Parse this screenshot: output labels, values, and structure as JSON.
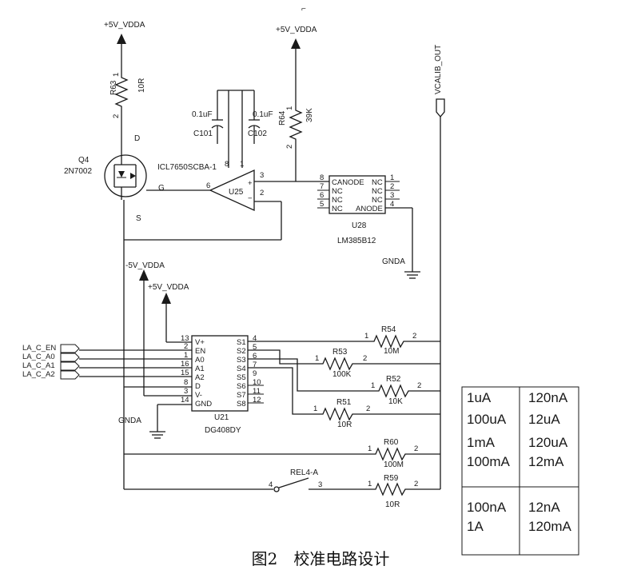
{
  "caption": "图2　校准电路设计",
  "top_mark": "⌐",
  "power": {
    "vdda_left": "+5V_VDDA",
    "vdda_mid": "+5V_VDDA",
    "vcalib": "VCALIB_OUT",
    "neg_vdda": "-5V_VDDA",
    "vdda_mux": "+5V_VDDA",
    "gnda_right": "GNDA",
    "gnda_left": "GNDA"
  },
  "r63": {
    "ref": "R63",
    "value": "10R",
    "pin1": "1",
    "pin2": "2"
  },
  "q4": {
    "ref": "Q4",
    "part": "2N7002",
    "d": "D",
    "g": "G",
    "s": "S"
  },
  "c101": {
    "value": "0.1uF",
    "ref": "C101"
  },
  "c102": {
    "value": "0.1uF",
    "ref": "C102"
  },
  "u25": {
    "ref": "U25",
    "part": "ICL7650SCBA-1",
    "pin8": "8",
    "pin1": "1",
    "pin2": "2",
    "pin3": "3",
    "pin6": "6",
    "minus": "−",
    "plus": "+"
  },
  "r64": {
    "ref": "R64",
    "value": "39K",
    "pin1": "1",
    "pin2": "2"
  },
  "u28": {
    "ref": "U28",
    "part": "LM385B12",
    "left_pins": [
      {
        "num": "8",
        "name": "CANODE"
      },
      {
        "num": "7",
        "name": "NC"
      },
      {
        "num": "6",
        "name": "NC"
      },
      {
        "num": "5",
        "name": "NC"
      }
    ],
    "right_pins": [
      {
        "num": "1",
        "name": "NC"
      },
      {
        "num": "2",
        "name": "NC"
      },
      {
        "num": "3",
        "name": "NC"
      },
      {
        "num": "4",
        "name": "ANODE"
      }
    ]
  },
  "mux_inputs": [
    "LA_C_EN",
    "LA_C_A0",
    "LA_C_A1",
    "LA_C_A2"
  ],
  "u21": {
    "ref": "U21",
    "part": "DG408DY",
    "left_pins": [
      {
        "num": "13",
        "name": "V+"
      },
      {
        "num": "2",
        "name": "EN"
      },
      {
        "num": "1",
        "name": "A0"
      },
      {
        "num": "16",
        "name": "A1"
      },
      {
        "num": "15",
        "name": "A2"
      },
      {
        "num": "8",
        "name": "D"
      },
      {
        "num": "3",
        "name": "V-"
      },
      {
        "num": "14",
        "name": "GND"
      }
    ],
    "right_pins": [
      {
        "num": "4",
        "name": "S1"
      },
      {
        "num": "5",
        "name": "S2"
      },
      {
        "num": "6",
        "name": "S3"
      },
      {
        "num": "7",
        "name": "S4"
      },
      {
        "num": "9",
        "name": "S5"
      },
      {
        "num": "10",
        "name": "S6"
      },
      {
        "num": "11",
        "name": "S7"
      },
      {
        "num": "12",
        "name": "S8"
      }
    ]
  },
  "resistors": [
    {
      "ref": "R54",
      "value": "10M",
      "pin1": "1",
      "pin2": "2"
    },
    {
      "ref": "R53",
      "value": "100K",
      "pin1": "1",
      "pin2": "2"
    },
    {
      "ref": "R52",
      "value": "10K",
      "pin1": "1",
      "pin2": "2"
    },
    {
      "ref": "R51",
      "value": "10R",
      "pin1": "1",
      "pin2": "2"
    },
    {
      "ref": "R60",
      "value": "100M",
      "pin1": "1",
      "pin2": "2"
    },
    {
      "ref": "R59",
      "value": "10R",
      "pin1": "1",
      "pin2": "2"
    }
  ],
  "relay": {
    "ref": "REL4-A",
    "pin4": "4",
    "pin3": "3"
  },
  "range_table": {
    "rows": [
      [
        "1uA",
        "120nA"
      ],
      [
        "100uA",
        "12uA"
      ],
      [
        "1mA",
        "120uA"
      ],
      [
        "100mA",
        "12mA"
      ],
      [
        "100nA",
        "12nA"
      ],
      [
        "1A",
        "120mA"
      ]
    ]
  }
}
